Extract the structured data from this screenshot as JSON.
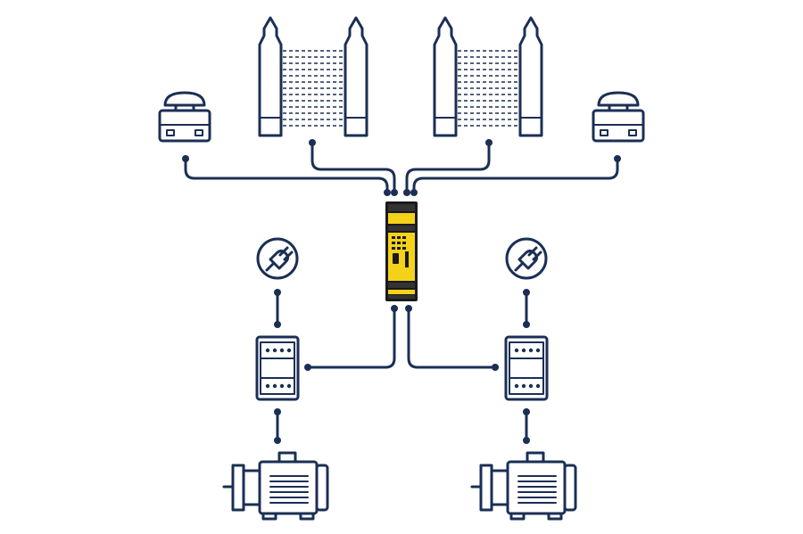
{
  "diagram": {
    "colors": {
      "line": "#1b2f55",
      "relay_yellow": "#f5d21a",
      "relay_black": "#1a1a1a",
      "background": "#ffffff"
    },
    "nodes": [
      {
        "id": "left-estop",
        "icon": "emergency-stop-icon"
      },
      {
        "id": "left-light-curtain",
        "icon": "light-curtain-icon"
      },
      {
        "id": "right-light-curtain",
        "icon": "light-curtain-icon"
      },
      {
        "id": "right-estop",
        "icon": "emergency-stop-icon"
      },
      {
        "id": "safety-relay",
        "icon": "safety-relay-icon"
      },
      {
        "id": "left-power",
        "icon": "power-plug-icon"
      },
      {
        "id": "right-power",
        "icon": "power-plug-icon"
      },
      {
        "id": "left-contactor",
        "icon": "contactor-icon"
      },
      {
        "id": "right-contactor",
        "icon": "contactor-icon"
      },
      {
        "id": "left-motor",
        "icon": "motor-icon"
      },
      {
        "id": "right-motor",
        "icon": "motor-icon"
      }
    ],
    "connections": [
      {
        "from": "left-estop",
        "to": "safety-relay"
      },
      {
        "from": "left-light-curtain",
        "to": "safety-relay"
      },
      {
        "from": "right-light-curtain",
        "to": "safety-relay"
      },
      {
        "from": "right-estop",
        "to": "safety-relay"
      },
      {
        "from": "safety-relay",
        "to": "left-contactor"
      },
      {
        "from": "safety-relay",
        "to": "right-contactor"
      },
      {
        "from": "left-power",
        "to": "left-contactor"
      },
      {
        "from": "right-power",
        "to": "right-contactor"
      },
      {
        "from": "left-contactor",
        "to": "left-motor"
      },
      {
        "from": "right-contactor",
        "to": "right-motor"
      }
    ]
  }
}
